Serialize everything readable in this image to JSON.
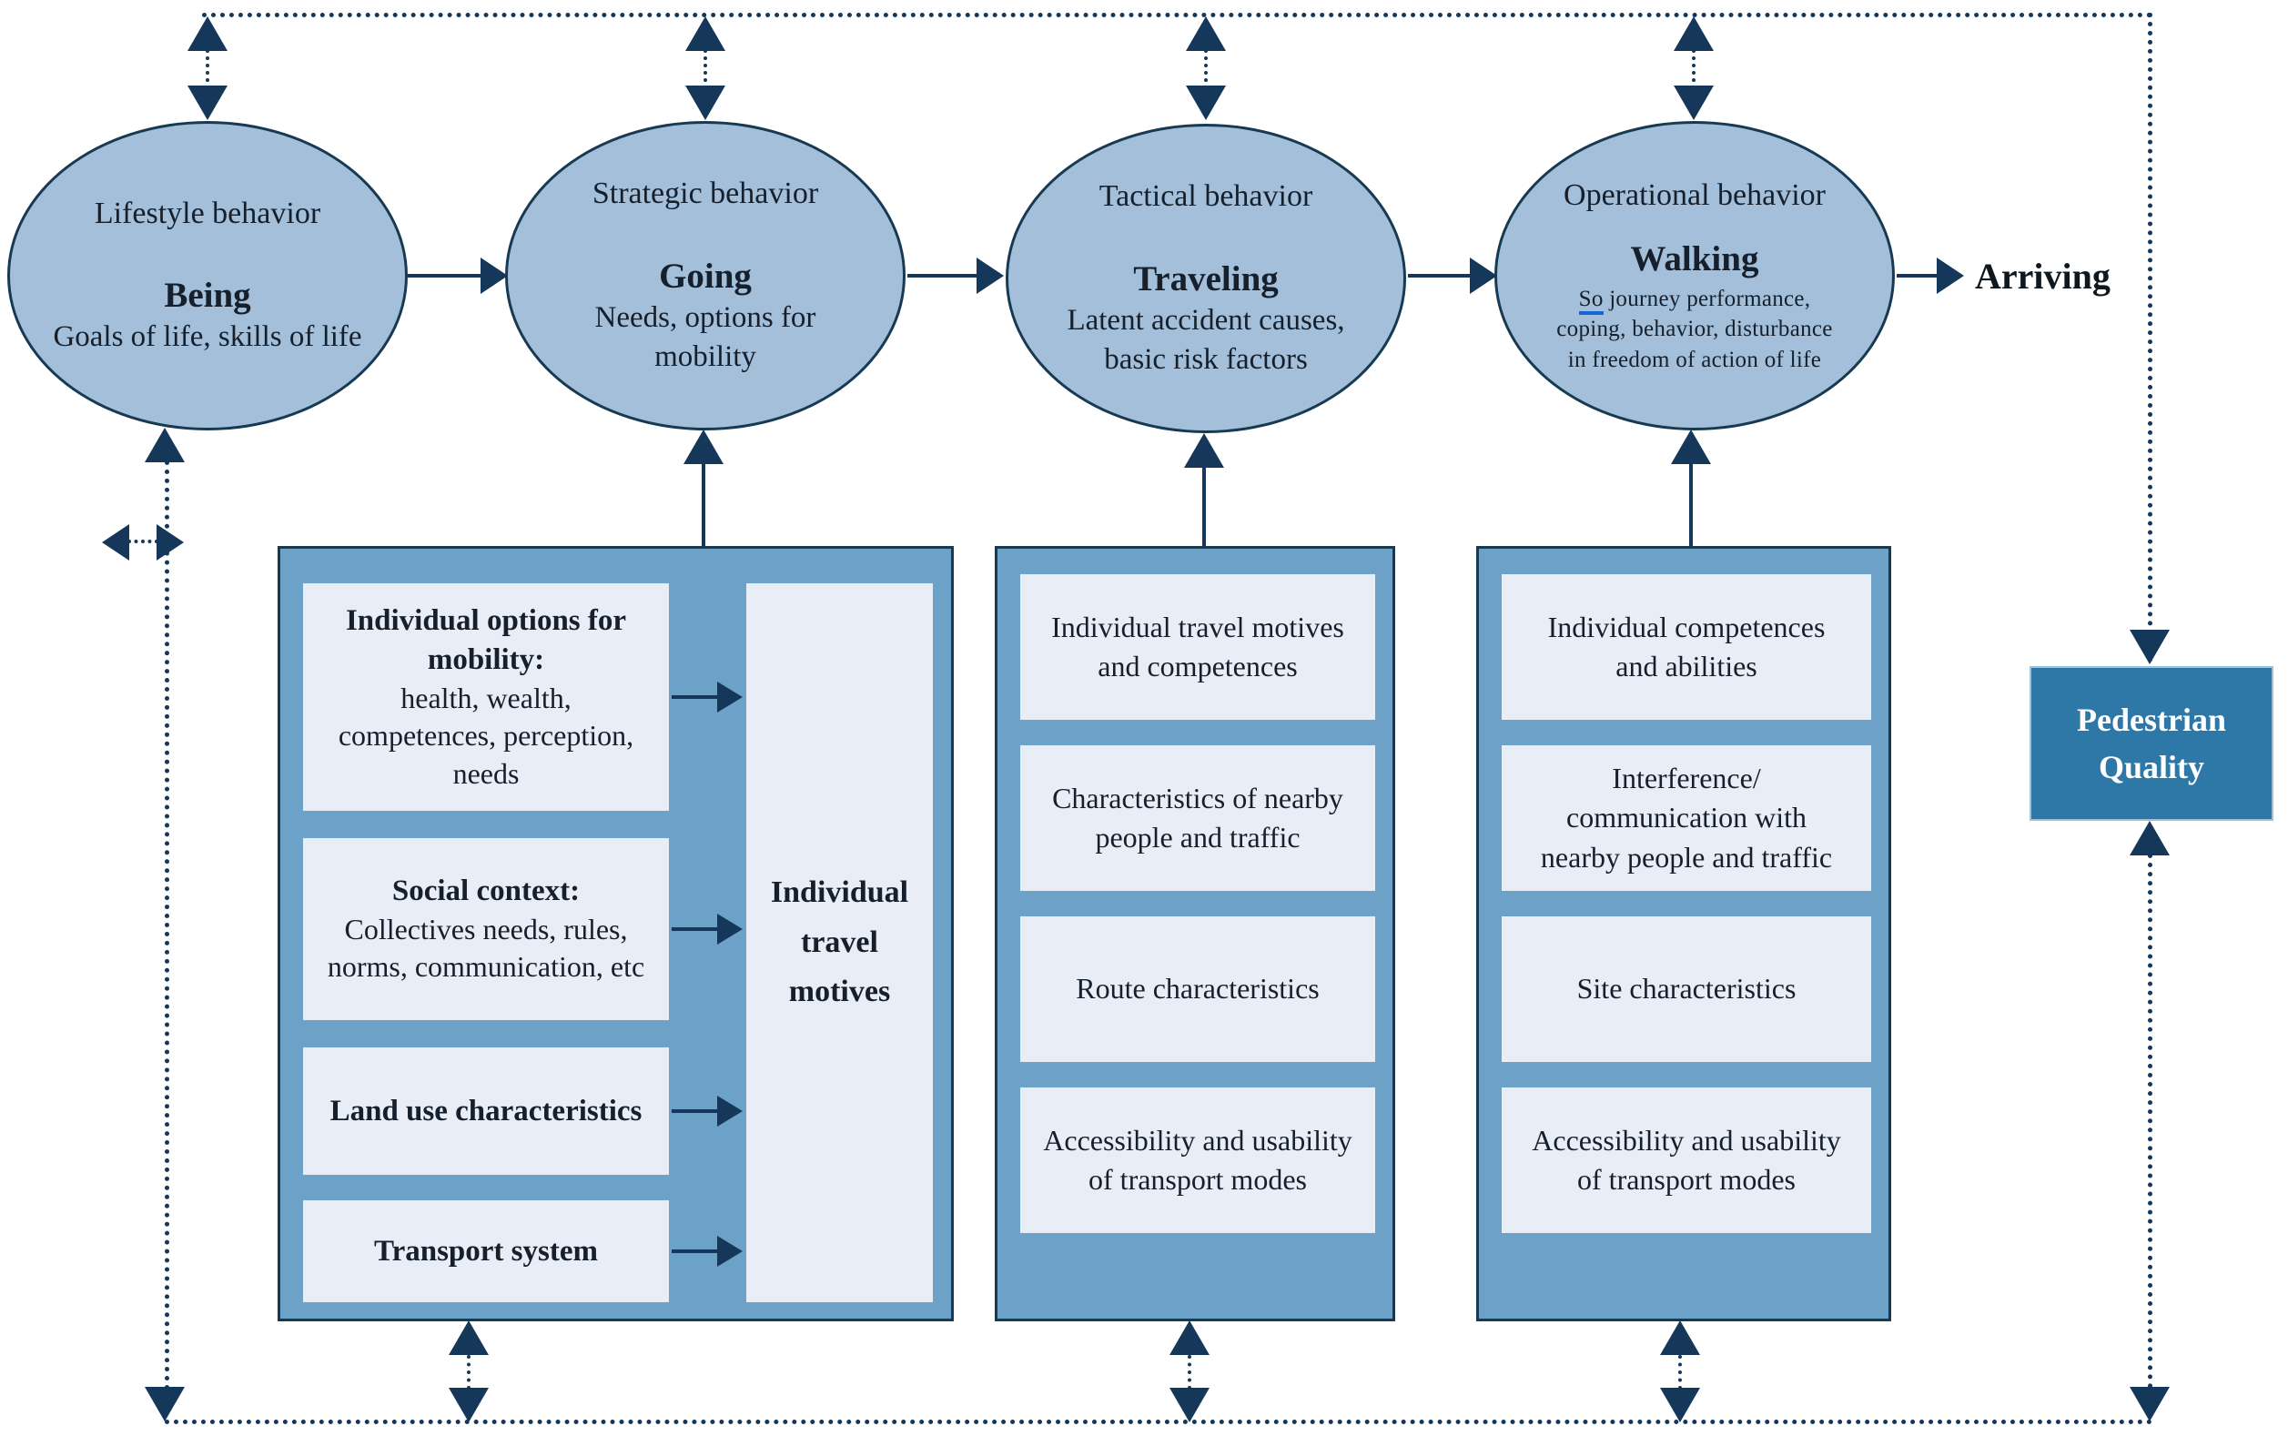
{
  "colors": {
    "navy": "#14375a",
    "ellipse_fill": "#a3bfd9",
    "ellipse_border": "#173a52",
    "group_fill": "#6da2c8",
    "inner_box_fill": "#e8edf6",
    "pq_fill": "#2e78a8",
    "spell": "#1565d4"
  },
  "ellipses": [
    {
      "title": "Lifestyle behavior",
      "keyword": "Being",
      "subtitle": "Goals of life, skills of life"
    },
    {
      "title": "Strategic behavior",
      "keyword": "Going",
      "subtitle": "Needs, options for\nmobility"
    },
    {
      "title": "Tactical behavior",
      "keyword": "Traveling",
      "subtitle": "Latent accident causes,\nbasic risk factors"
    },
    {
      "title": "Operational behavior",
      "keyword": "Walking",
      "subtitle_prefix": "So",
      "subtitle_rest": "journey performance,\ncoping, behavior, disturbance\nin freedom of action of life"
    }
  ],
  "arriving_label": "Arriving",
  "pedestrian_quality_label": "Pedestrian Quality",
  "groups": [
    {
      "boxes": [
        {
          "heading": "Individual options for mobility:",
          "body": "health, wealth,\ncompetences, perception,\nneeds"
        },
        {
          "heading": "Social context:",
          "body": "Collectives needs, rules,\nnorms, communication, etc"
        },
        {
          "heading": "Land use characteristics"
        },
        {
          "heading": "Transport system"
        }
      ],
      "side_box": "Individual\ntravel\nmotives"
    },
    {
      "boxes": [
        "Individual travel motives\nand competences",
        "Characteristics of nearby\npeople and traffic",
        "Route characteristics",
        "Accessibility and usability\nof transport modes"
      ]
    },
    {
      "boxes": [
        "Individual competences\nand abilities",
        "Interference/\ncommunication with\nnearby people and traffic",
        "Site characteristics",
        "Accessibility and usability\nof transport modes"
      ]
    }
  ]
}
